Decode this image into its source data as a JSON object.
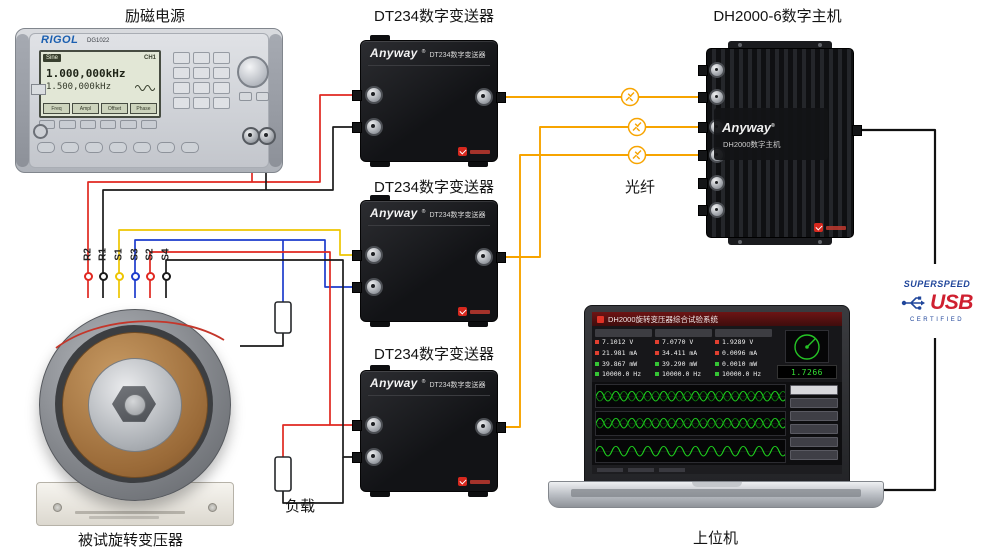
{
  "headings": {
    "excitation_source": "励磁电源",
    "dt234_title": "DT234数字变送器",
    "host_title": "DH2000-6数字主机",
    "fiber_label": "光纤",
    "load_label": "负载",
    "resolver_label": "被试旋转变压器",
    "pc_label": "上位机"
  },
  "generator": {
    "brand": "RIGOL",
    "model": "DG1022",
    "screen": {
      "wave_mode": "Sine",
      "channel": "CH1",
      "line1": "1.000,000kHz",
      "line2": "1.500,000kHz",
      "menu": [
        "Freq",
        "Ampl",
        "Offset",
        "Phase"
      ]
    }
  },
  "dt234": {
    "brand": "Anyway",
    "reg": "®",
    "model": "DT234数字变送器"
  },
  "dh2000": {
    "brand": "Anyway",
    "reg": "®",
    "model": "DH2000数字主机"
  },
  "terminals": [
    {
      "label": "R2",
      "color": "#e02820"
    },
    {
      "label": "R1",
      "color": "#1a1a1a"
    },
    {
      "label": "S1",
      "color": "#eec500"
    },
    {
      "label": "S3",
      "color": "#1d3ccc"
    },
    {
      "label": "S2",
      "color": "#e02820"
    },
    {
      "label": "S4",
      "color": "#1a1a1a"
    }
  ],
  "laptop": {
    "title": "DH2000旋转变压器综合试验系统",
    "readouts": [
      [
        "7.1012 V",
        "21.981 mA",
        "39.867 mW",
        "10000.0 Hz"
      ],
      [
        "7.0770 V",
        "34.411 mA",
        "39.290 mW",
        "10000.0 Hz"
      ],
      [
        "1.9289 V",
        "0.0096 mA",
        "0.0010 mW",
        "10000.0 Hz"
      ]
    ],
    "dial_value": "1.7266"
  },
  "usb_logo": {
    "super": "SUPERSPEED",
    "usb": "USB",
    "certified": "CERTIFIED"
  },
  "colors": {
    "wire_red": "#e02820",
    "wire_black": "#1a1a1a",
    "wire_yellow": "#eec500",
    "wire_blue": "#1d3ccc",
    "fiber_orange": "#f7a400",
    "usb_cable": "#111111",
    "brand_red": "#d6281e"
  }
}
